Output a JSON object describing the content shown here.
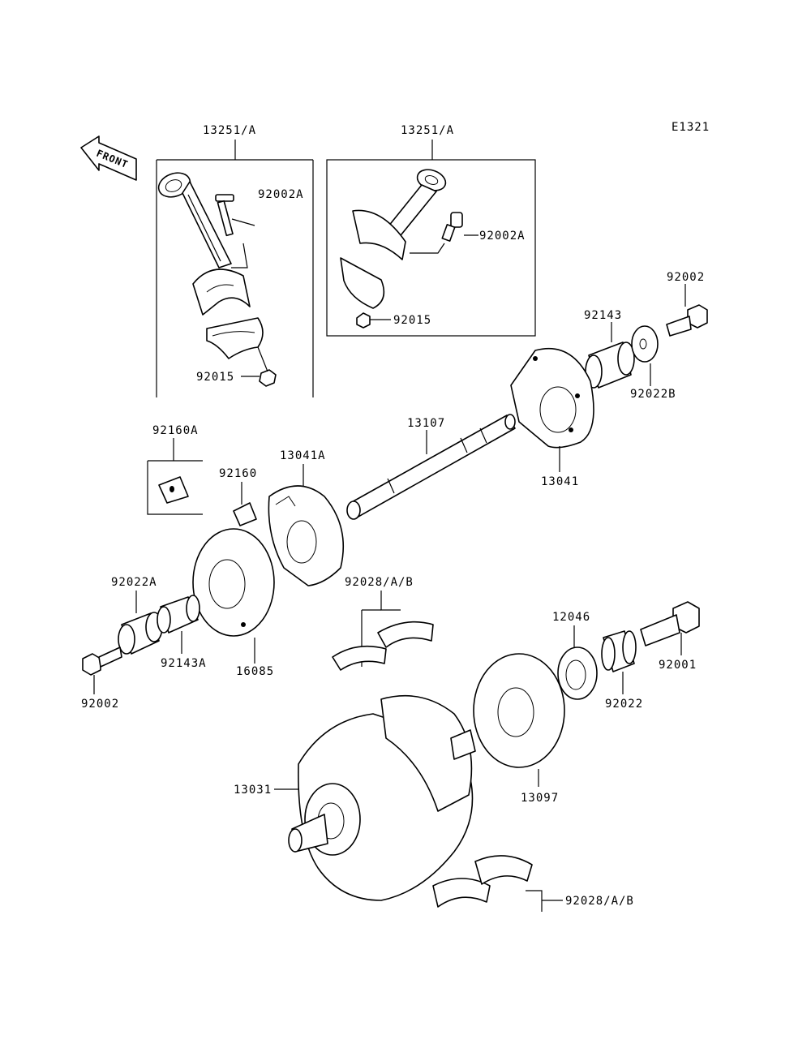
{
  "diagram_code": "E1321",
  "front_arrow_label": "FRONT",
  "labels": {
    "conrod_left": "13251/A",
    "conrod_right": "13251/A",
    "bolt_left": "92002A",
    "bolt_right": "92002A",
    "nut_left": "92015",
    "nut_right": "92015",
    "bolt_92002_top": "92002",
    "collar_92143": "92143",
    "washer_92022B": "92022B",
    "shaft_13107": "13107",
    "weight_13041": "13041",
    "damper_92160A": "92160A",
    "damper_92160": "92160",
    "weight_13041A": "13041A",
    "washer_92022A": "92022A",
    "collar_92143A": "92143A",
    "gear_16085": "16085",
    "bolt_92002_bottom": "92002",
    "bearing_top": "92028/A/B",
    "gear_12046": "12046",
    "bolt_92001": "92001",
    "washer_92022": "92022",
    "sprocket_13097": "13097",
    "crankshaft_13031": "13031",
    "bearing_bottom": "92028/A/B"
  }
}
